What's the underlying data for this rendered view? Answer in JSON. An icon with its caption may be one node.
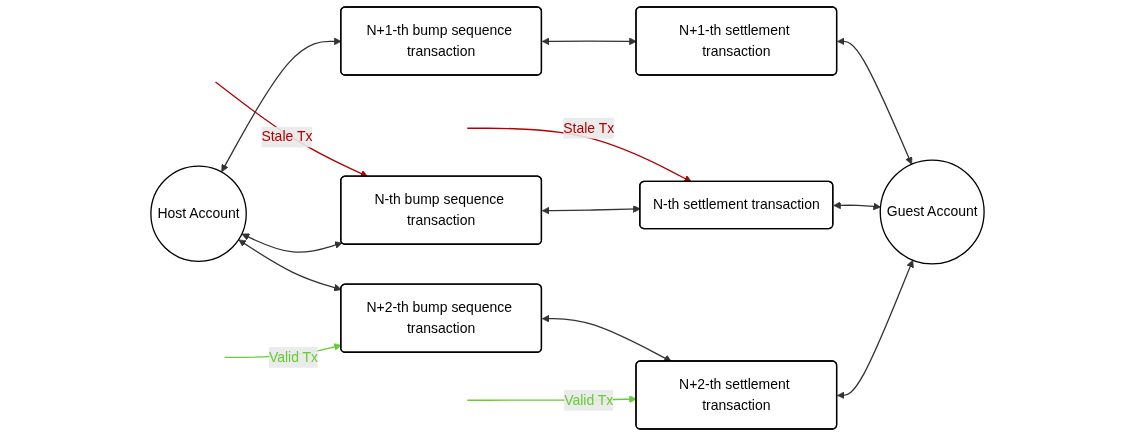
{
  "diagram": {
    "nodes": [
      {
        "text": [
          "N-th bump sequence transaction"
        ]
      },
      {
        "text": [
          "N-th settlement transaction"
        ]
      },
      {
        "text": [
          "Host Account"
        ]
      },
      {
        "text": [
          "N+1-th bump sequence transaction"
        ]
      },
      {
        "text": [
          "N+1-th settlement transaction"
        ]
      },
      {
        "text": [
          "Guest Account"
        ]
      },
      {
        "text": [
          "N+2-th bump sequence transaction"
        ]
      },
      {
        "text": [
          "N+2-th settlement transaction"
        ]
      }
    ],
    "edges": [
      {
        "from": null,
        "to": 0,
        "arrow": "to",
        "label": "Stale Tx",
        "color": "#b20000"
      },
      {
        "from": null,
        "to": 1,
        "arrow": "to",
        "label": "Stale Tx",
        "color": "#b20000"
      },
      {
        "from": 2,
        "to": 0,
        "arrow": "both"
      },
      {
        "from": 0,
        "to": 1,
        "arrow": "both"
      },
      {
        "from": 2,
        "to": 3,
        "arrow": "both"
      },
      {
        "from": 3,
        "to": 4,
        "arrow": "both"
      },
      {
        "from": 4,
        "to": 5,
        "arrow": "both"
      },
      {
        "from": 1,
        "to": 5,
        "arrow": "both"
      },
      {
        "from": 2,
        "to": 6,
        "arrow": "both"
      },
      {
        "from": 6,
        "to": 7,
        "arrow": "both"
      },
      {
        "from": 7,
        "to": 5,
        "arrow": "both"
      },
      {
        "from": null,
        "to": 6,
        "arrow": "to",
        "label": "Valid Tx",
        "color": "#66cc33"
      },
      {
        "from": null,
        "to": 7,
        "arrow": "to",
        "label": "Valid Tx",
        "color": "#66cc33"
      }
    ]
  }
}
